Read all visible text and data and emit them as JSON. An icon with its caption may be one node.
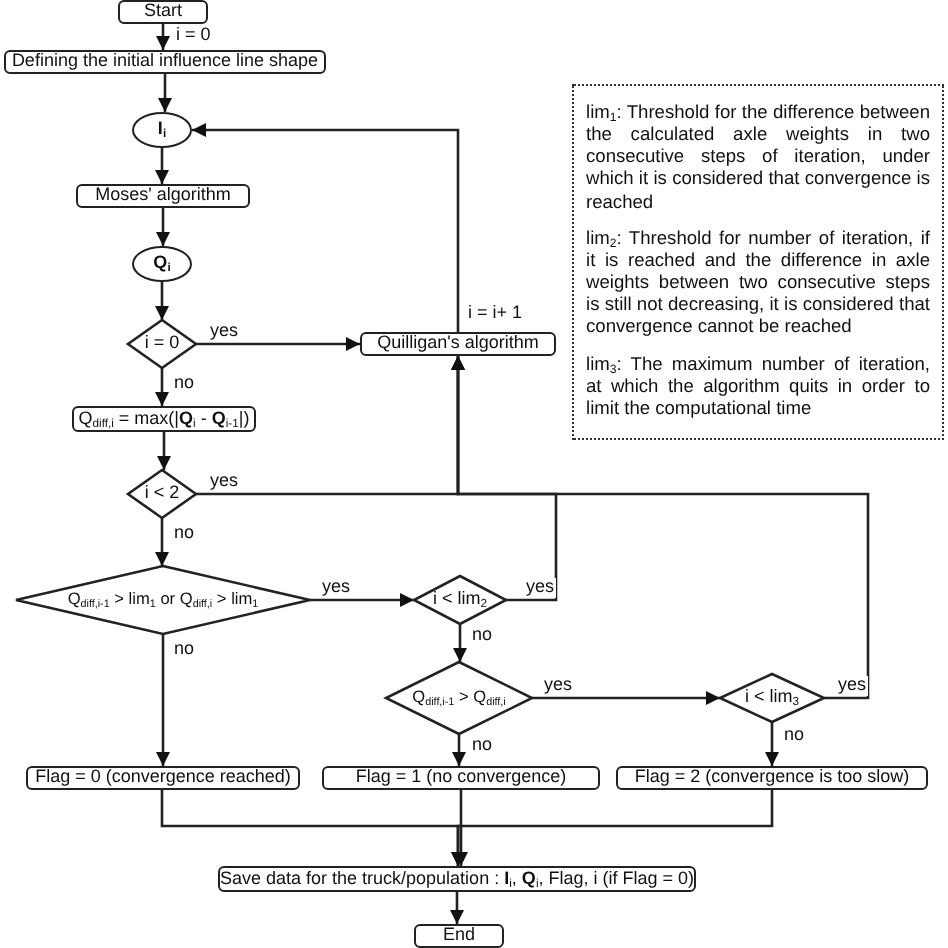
{
  "diagram": {
    "nodes": [
      {
        "text": [
          "Start"
        ]
      },
      {
        "text": [
          "Defining the initial influence line shape"
        ]
      },
      {
        "text": [
          "I$_{i}$"
        ]
      },
      {
        "text": [
          "Moses' algorithm"
        ]
      },
      {
        "text": [
          "Q$_{i}$"
        ]
      },
      {
        "text": [
          "i = 0"
        ]
      },
      {
        "text": [
          "Quilligan's algorithm"
        ]
      },
      {
        "text": [
          "Q$_{diff,i}$ = max(|**Q**$_{i}$ - **Q**$_{i-1}$|)"
        ]
      },
      {
        "text": [
          "i < 2"
        ]
      },
      {
        "text": [
          "Q$_{diff,i-1}$ > lim$_{1}$ or Q$_{diff,i}$ > lim$_{1}$"
        ]
      },
      {
        "text": [
          "i < lim$_{2}$"
        ]
      },
      {
        "text": [
          "Q$_{diff,i-1}$ > Q$_{diff,i}$"
        ]
      },
      {
        "text": [
          "i < lim$_{3}$"
        ]
      },
      {
        "text": [
          "Flag = 0 (convergence reached)"
        ]
      },
      {
        "text": [
          "Flag = 1 (no convergence)"
        ]
      },
      {
        "text": [
          "Flag = 2 (convergence is too slow)"
        ]
      },
      {
        "text": [
          "Save data for the truck/population : **I**$_{i}$, **Q**$_{i}$, Flag, i (if Flag = 0)"
        ]
      },
      {
        "text": [
          "End"
        ]
      },
      {
        "text": [
          "lim$_{1}$: Threshold for the difference between the calculated axle weights in two consecutive steps of iteration, under which it is considered that convergence is reached",
          "lim$_{2}$: Threshold for number of iteration, if it is reached and the difference in axle weights between two consecutive steps is still not decreasing, it is considered that convergence cannot be reached",
          "lim$_{3}$: The maximum number of iteration, at which the algorithm quits in order to limit the computational time"
        ]
      }
    ],
    "edges": [
      {
        "from": 0,
        "to": 1,
        "arrow": "to",
        "label": "i = 0"
      },
      {
        "from": 1,
        "to": 2,
        "arrow": "to"
      },
      {
        "from": 2,
        "to": 3,
        "arrow": "to"
      },
      {
        "from": 3,
        "to": 4,
        "arrow": "to"
      },
      {
        "from": 4,
        "to": 5,
        "arrow": "to"
      },
      {
        "from": 5,
        "to": 6,
        "arrow": "to",
        "label": "yes"
      },
      {
        "from": 5,
        "to": 7,
        "arrow": "to",
        "label": "no"
      },
      {
        "from": 6,
        "to": 2,
        "arrow": "to",
        "label": "i = i+ 1"
      },
      {
        "from": 7,
        "to": 8,
        "arrow": "to"
      },
      {
        "from": 8,
        "to": 6,
        "arrow": "to",
        "label": "yes"
      },
      {
        "from": 10,
        "to": 6,
        "arrow": "to",
        "label": "yes"
      },
      {
        "from": 12,
        "to": 6,
        "arrow": "to",
        "label": "yes"
      },
      {
        "from": 8,
        "to": 9,
        "arrow": "to",
        "label": "no"
      },
      {
        "from": 9,
        "to": 10,
        "arrow": "to",
        "label": "yes"
      },
      {
        "from": 9,
        "to": 13,
        "arrow": "to",
        "label": "no"
      },
      {
        "from": 10,
        "to": 11,
        "arrow": "to",
        "label": "no"
      },
      {
        "from": 11,
        "to": 12,
        "arrow": "to",
        "label": "yes"
      },
      {
        "from": 11,
        "to": 14,
        "arrow": "to",
        "label": "no"
      },
      {
        "from": 12,
        "to": 15,
        "arrow": "to",
        "label": "no"
      },
      {
        "from": 13,
        "to": 16,
        "arrow": "to"
      },
      {
        "from": 14,
        "to": 16,
        "arrow": "to"
      },
      {
        "from": 15,
        "to": 16,
        "arrow": "to"
      },
      {
        "from": 16,
        "to": 17,
        "arrow": "to"
      }
    ]
  }
}
